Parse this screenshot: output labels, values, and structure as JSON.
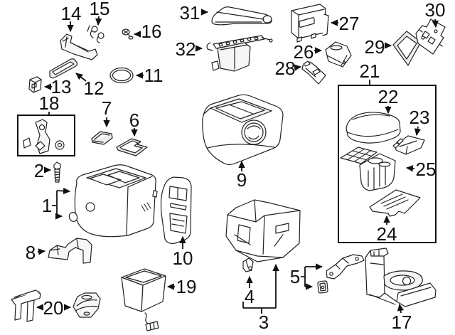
{
  "diagram": {
    "title_hint": "exploded-parts-diagram-console",
    "background_color": "#ffffff",
    "line_color": "#111111",
    "labels": {
      "p1": "1",
      "p2": "2",
      "p3": "3",
      "p4": "4",
      "p5": "5",
      "p6": "6",
      "p7": "7",
      "p8": "8",
      "p9": "9",
      "p10": "10",
      "p11": "11",
      "p12": "12",
      "p13": "13",
      "p14": "14",
      "p15": "15",
      "p16": "16",
      "p17": "17",
      "p18": "18",
      "p19": "19",
      "p20": "20",
      "p21": "21",
      "p22": "22",
      "p23": "23",
      "p24": "24",
      "p25": "25",
      "p26": "26",
      "p27": "27",
      "p28": "28",
      "p29": "29",
      "p30": "30",
      "p31": "31",
      "p32": "32"
    },
    "grouped_boxes": [
      {
        "label": "18"
      },
      {
        "label": "21",
        "contains": [
          "22",
          "23",
          "24",
          "25"
        ]
      }
    ]
  }
}
